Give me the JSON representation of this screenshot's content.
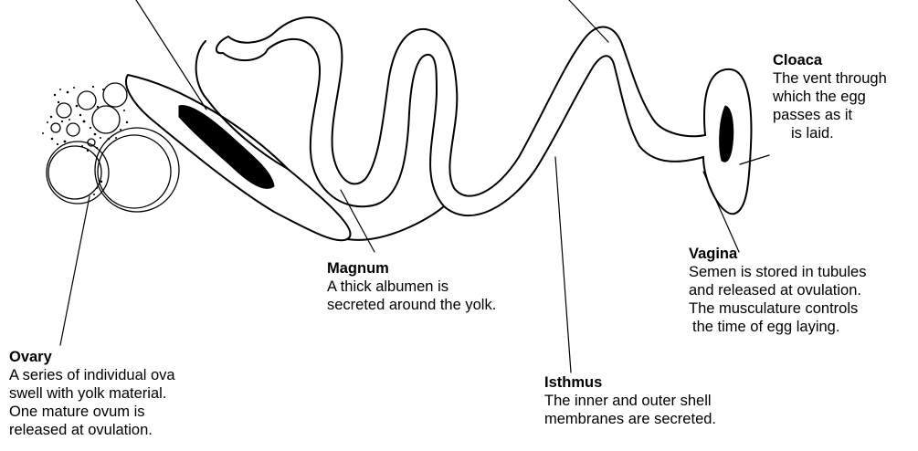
{
  "labels": {
    "cloaca": {
      "title": "Cloaca",
      "lines": [
        "The vent through",
        "which the egg",
        "passes as it",
        "is laid."
      ]
    },
    "vagina": {
      "title": "Vagina",
      "lines": [
        "Semen is stored in tubules",
        "and released at ovulation.",
        "The musculature controls",
        "the time of egg laying."
      ]
    },
    "magnum": {
      "title": "Magnum",
      "lines": [
        "A thick albumen is",
        "secreted around the yolk."
      ]
    },
    "ovary": {
      "title": "Ovary",
      "lines": [
        "A series of individual ova",
        "swell with yolk material.",
        "One mature ovum is",
        "released at ovulation."
      ]
    },
    "isthmus": {
      "title": "Isthmus",
      "lines": [
        "The inner and outer shell",
        "membranes are secreted."
      ]
    }
  },
  "colors": {
    "ink": "#000000",
    "paper": "#ffffff"
  }
}
